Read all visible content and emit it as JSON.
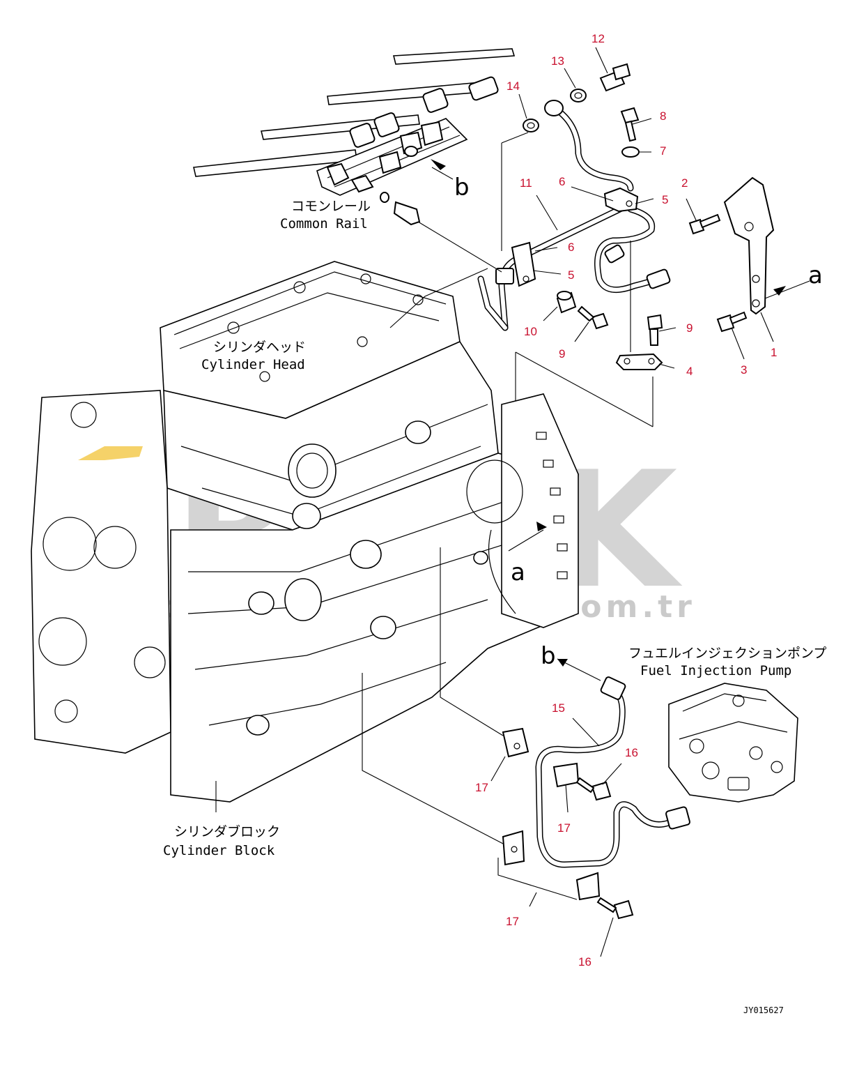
{
  "diagram": {
    "captions": {
      "common_rail_jp": "コモンレール",
      "common_rail_en": "Common Rail",
      "cylinder_head_jp": "シリンダヘッド",
      "cylinder_head_en": "Cylinder Head",
      "cylinder_block_jp": "シリンダブロック",
      "cylinder_block_en": "Cylinder Block",
      "fuel_pump_jp": "フュエルインジェクションポンプ",
      "fuel_pump_en": "Fuel Injection Pump"
    },
    "ref_letters": {
      "a_top": "a",
      "a_block": "a",
      "b_rail": "b",
      "b_pipe": "b"
    },
    "callouts": {
      "c1": "1",
      "c2": "2",
      "c3": "3",
      "c4": "4",
      "c5a": "5",
      "c5b": "5",
      "c6a": "6",
      "c6b": "6",
      "c7": "7",
      "c8": "8",
      "c9a": "9",
      "c9b": "9",
      "c10": "10",
      "c11": "11",
      "c12": "12",
      "c13": "13",
      "c14": "14",
      "c15": "15",
      "c16a": "16",
      "c16b": "16",
      "c17a": "17",
      "c17b": "17",
      "c17c": "17"
    },
    "doc_id": "JY015627",
    "watermark": {
      "brand": "ORNEK",
      "url": "www.ornekmakinamlari.com.tr"
    },
    "colors": {
      "callout": "#c8102e",
      "line": "#000000",
      "watermark": "#7a7a7a",
      "accent_mark": "#f2c744"
    }
  }
}
